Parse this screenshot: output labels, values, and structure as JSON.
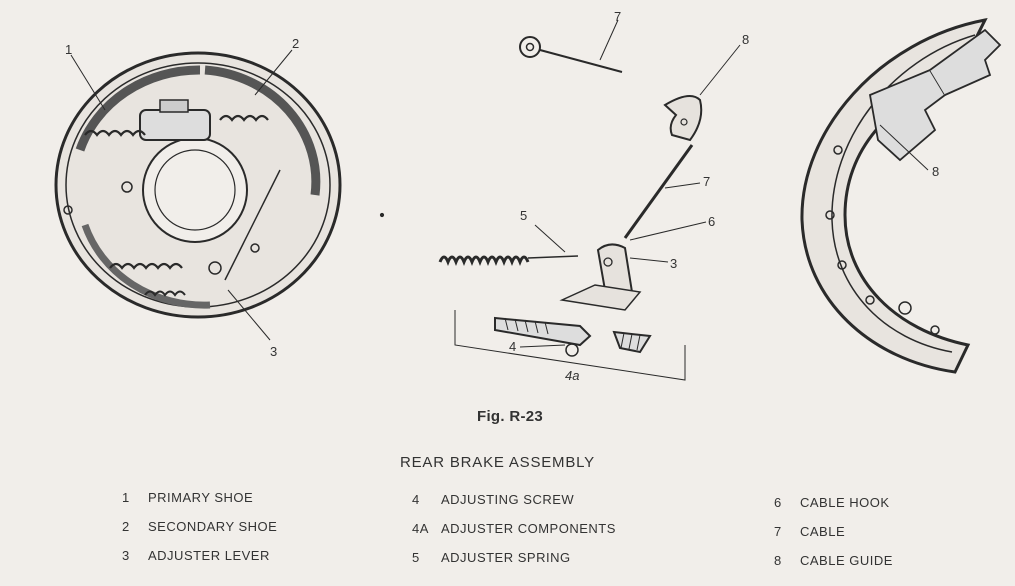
{
  "figure": {
    "caption": "Fig. R-23",
    "title": "REAR BRAKE ASSEMBLY"
  },
  "callouts": {
    "left_view": [
      "1",
      "2",
      "3"
    ],
    "exploded": [
      "7",
      "8",
      "7",
      "5",
      "6",
      "3",
      "4",
      "4a"
    ],
    "shoe_view": [
      "8"
    ]
  },
  "legend": [
    {
      "number": "1",
      "label": "PRIMARY SHOE"
    },
    {
      "number": "2",
      "label": "SECONDARY SHOE"
    },
    {
      "number": "3",
      "label": "ADJUSTER LEVER"
    },
    {
      "number": "4",
      "label": "ADJUSTING SCREW"
    },
    {
      "number": "4A",
      "label": "ADJUSTER COMPONENTS"
    },
    {
      "number": "5",
      "label": "ADJUSTER SPRING"
    },
    {
      "number": "6",
      "label": "CABLE HOOK"
    },
    {
      "number": "7",
      "label": "CABLE"
    },
    {
      "number": "8",
      "label": "CABLE GUIDE"
    }
  ],
  "colors": {
    "paper": "#f1eeea",
    "ink": "#2a2a2a"
  }
}
